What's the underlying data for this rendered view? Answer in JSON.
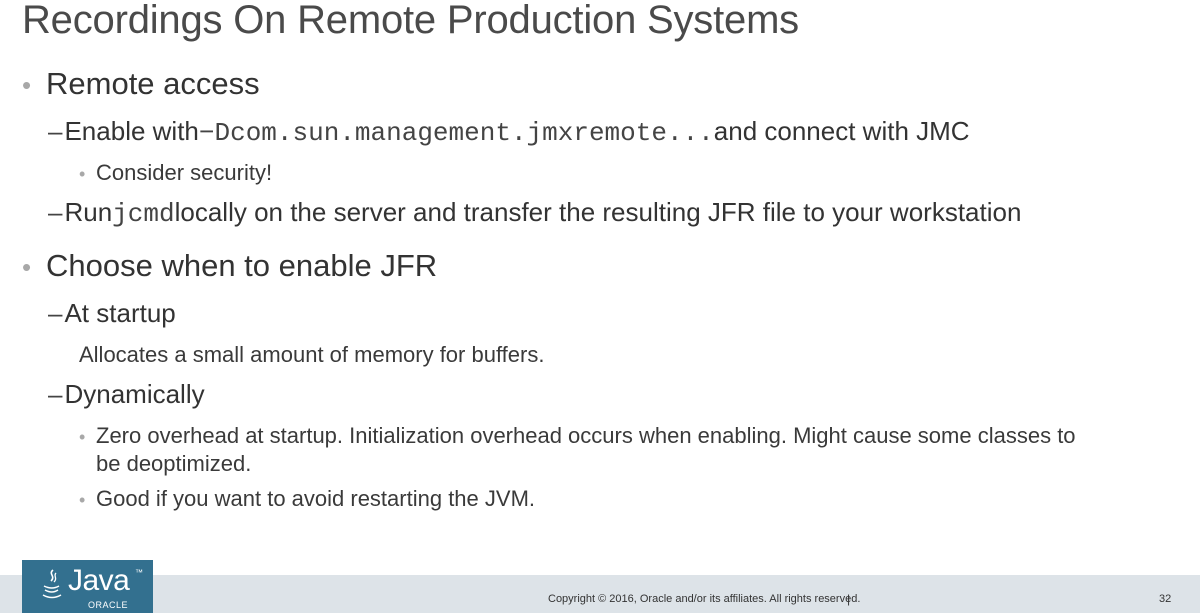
{
  "slide": {
    "title": "Recordings On Remote Production Systems",
    "items": [
      {
        "type": "bullet1",
        "text": "Remote access"
      },
      {
        "type": "dash",
        "prefix": "Enable with ",
        "code": "−Dcom.sun.management.jmxremote...",
        "suffix": " and connect with JMC"
      },
      {
        "type": "bullet3",
        "text": "Consider security!"
      },
      {
        "type": "dash",
        "prefix": "Run ",
        "code": "jcmd",
        "suffix": " locally on the server and transfer the resulting JFR file to your workstation"
      },
      {
        "type": "bullet1",
        "text": "Choose when to enable JFR"
      },
      {
        "type": "dash",
        "text": "At startup"
      },
      {
        "type": "plain",
        "text": "Allocates a small amount of memory for buffers."
      },
      {
        "type": "dash",
        "text": "Dynamically"
      },
      {
        "type": "bullet3",
        "text": "Zero overhead at startup. Initialization overhead occurs when enabling. Might cause some classes to"
      },
      {
        "type": "plain",
        "text": "be deoptimized."
      },
      {
        "type": "bullet3",
        "text": "Good if you want to avoid restarting the JVM."
      }
    ]
  },
  "footer": {
    "logo_text": "Java",
    "logo_tm": "™",
    "logo_sub": "ORACLE",
    "copyright": "Copyright © 2016, Oracle and/or its affiliates. All rights reserved.",
    "separator": "|",
    "page_number": "32"
  },
  "colors": {
    "footer_bg": "#dde3e8",
    "logo_bg": "#33708f",
    "bullet": "#a8a8a8"
  }
}
